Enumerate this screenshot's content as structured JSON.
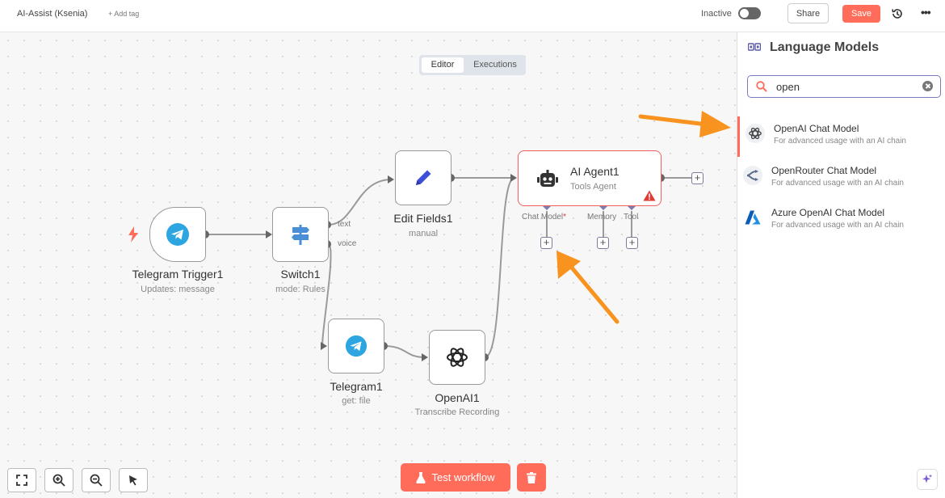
{
  "header": {
    "workflow_name": "AI-Assist (Ksenia)",
    "add_tag": "+ Add tag",
    "status": "Inactive",
    "share_label": "Share",
    "save_label": "Save"
  },
  "tabs": [
    {
      "label": "Editor",
      "active": true
    },
    {
      "label": "Executions",
      "active": false
    }
  ],
  "nodes": {
    "telegram_trigger": {
      "title": "Telegram Trigger1",
      "subtitle": "Updates: message",
      "icon": "telegram-icon"
    },
    "switch": {
      "title": "Switch1",
      "subtitle": "mode: Rules",
      "icon": "signpost-icon",
      "outputs": [
        "text",
        "voice"
      ]
    },
    "edit_fields": {
      "title": "Edit Fields1",
      "subtitle": "manual",
      "icon": "pencil-icon"
    },
    "ai_agent": {
      "title": "AI Agent1",
      "subtitle": "Tools Agent",
      "icon": "robot-icon",
      "warning_icon": "warning-icon",
      "ports": [
        {
          "label": "Chat Model",
          "required_mark": "*"
        },
        {
          "label": "Memory"
        },
        {
          "label": "Tool"
        }
      ]
    },
    "telegram": {
      "title": "Telegram1",
      "subtitle": "get: file",
      "icon": "telegram-icon"
    },
    "openai": {
      "title": "OpenAI1",
      "subtitle": "Transcribe Recording",
      "icon": "openai-icon"
    }
  },
  "toolbar": {
    "test_label": "Test workflow"
  },
  "panel": {
    "title": "Language Models",
    "search_value": "open",
    "results": [
      {
        "title": "OpenAI Chat Model",
        "description": "For advanced usage with an AI chain",
        "icon": "openai-icon"
      },
      {
        "title": "OpenRouter Chat Model",
        "description": "For advanced usage with an AI chain",
        "icon": "openrouter-icon"
      },
      {
        "title": "Azure OpenAI Chat Model",
        "description": "For advanced usage with an AI chain",
        "icon": "azure-icon"
      }
    ]
  },
  "colors": {
    "accent": "#ff6d5a",
    "telegram": "#2ca5e0",
    "switch_icon": "#4a8fd6",
    "edit_icon": "#3d4fd8",
    "annotation_arrow": "#f7931e",
    "error": "#f25f5c"
  }
}
